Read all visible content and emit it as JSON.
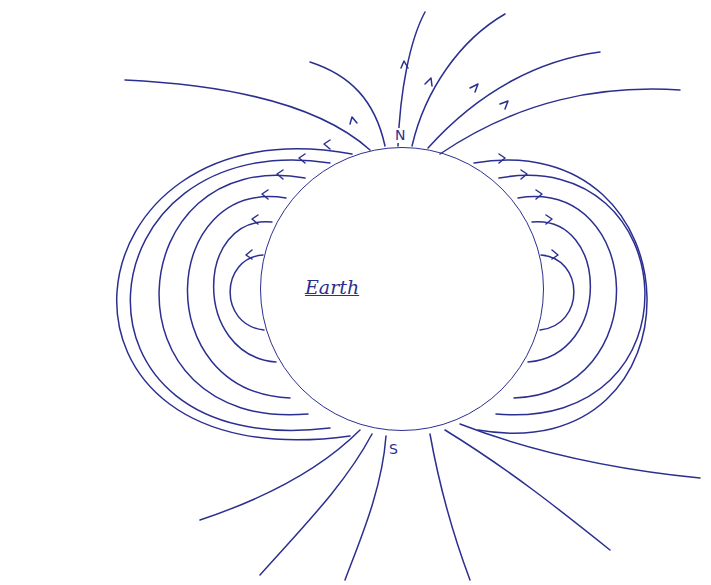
{
  "diagram": {
    "nodes": [
      {
        "text": [
          "Earth"
        ]
      }
    ],
    "labels": [
      "N",
      "S"
    ]
  }
}
